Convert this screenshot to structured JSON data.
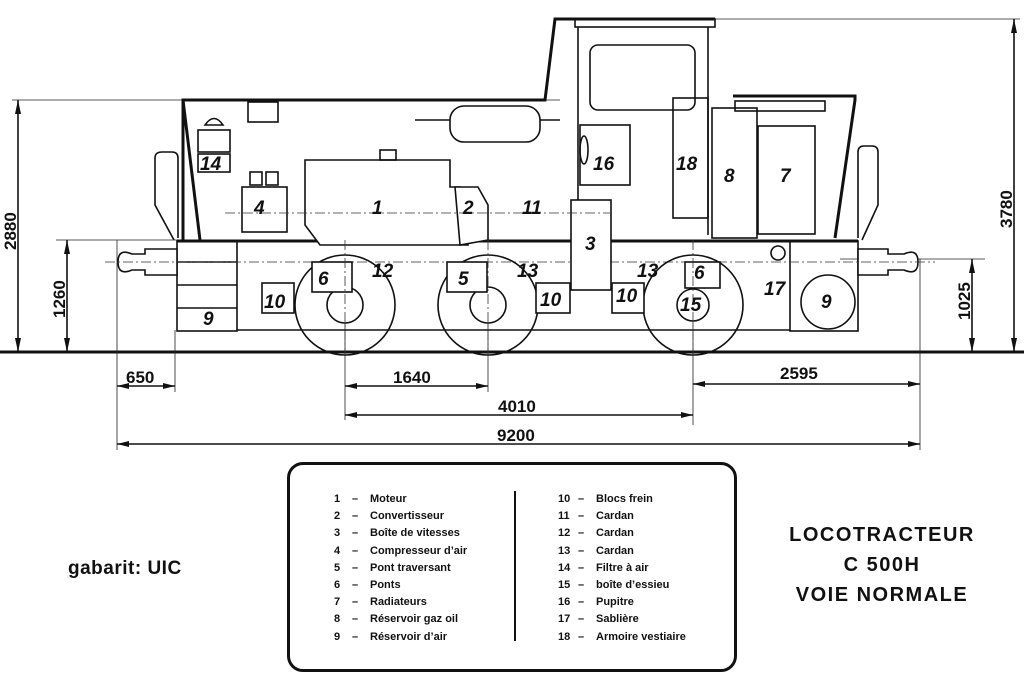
{
  "title": {
    "line1": "LOCOTRACTEUR",
    "line2": "C 500H",
    "line3": "VOIE NORMALE"
  },
  "gauge_label": "gabarit: UIC",
  "dimensions": {
    "height_total": "3780",
    "height_hood": "2880",
    "buffer_height_left": "1260",
    "buffer_height_right": "1025",
    "overhang_front": "650",
    "axle_spacing_1_2": "1640",
    "wheelbase": "4010",
    "overhang_rear": "2595",
    "length_over_buffers": "9200"
  },
  "callouts": {
    "c1": "1",
    "c2": "2",
    "c3": "3",
    "c4": "4",
    "c5": "5",
    "c6a": "6",
    "c6b": "6",
    "c7": "7",
    "c8": "8",
    "c9a": "9",
    "c9b": "9",
    "c10a": "10",
    "c10b": "10",
    "c10c": "10",
    "c11": "11",
    "c12": "12",
    "c13a": "13",
    "c13b": "13",
    "c14": "14",
    "c15": "15",
    "c16": "16",
    "c17": "17",
    "c18": "18"
  },
  "legend": {
    "left": [
      {
        "num": "1",
        "sep": "–",
        "label": "Moteur"
      },
      {
        "num": "2",
        "sep": "–",
        "label": "Convertisseur"
      },
      {
        "num": "3",
        "sep": "–",
        "label": "Boîte de vitesses"
      },
      {
        "num": "4",
        "sep": "–",
        "label": "Compresseur d’air"
      },
      {
        "num": "5",
        "sep": "–",
        "label": "Pont traversant"
      },
      {
        "num": "6",
        "sep": "–",
        "label": "Ponts"
      },
      {
        "num": "7",
        "sep": "–",
        "label": "Radiateurs"
      },
      {
        "num": "8",
        "sep": "–",
        "label": "Réservoir gaz oil"
      },
      {
        "num": "9",
        "sep": "–",
        "label": "Réservoir d’air"
      }
    ],
    "right": [
      {
        "num": "10",
        "sep": "–",
        "label": "Blocs frein"
      },
      {
        "num": "11",
        "sep": "–",
        "label": "Cardan"
      },
      {
        "num": "12",
        "sep": "–",
        "label": "Cardan"
      },
      {
        "num": "13",
        "sep": "–",
        "label": "Cardan"
      },
      {
        "num": "14",
        "sep": "–",
        "label": "Filtre à air"
      },
      {
        "num": "15",
        "sep": "–",
        "label": "boîte d’essieu"
      },
      {
        "num": "16",
        "sep": "–",
        "label": "Pupitre"
      },
      {
        "num": "17",
        "sep": "–",
        "label": "Sablière"
      },
      {
        "num": "18",
        "sep": "–",
        "label": "Armoire vestiaire"
      }
    ]
  }
}
